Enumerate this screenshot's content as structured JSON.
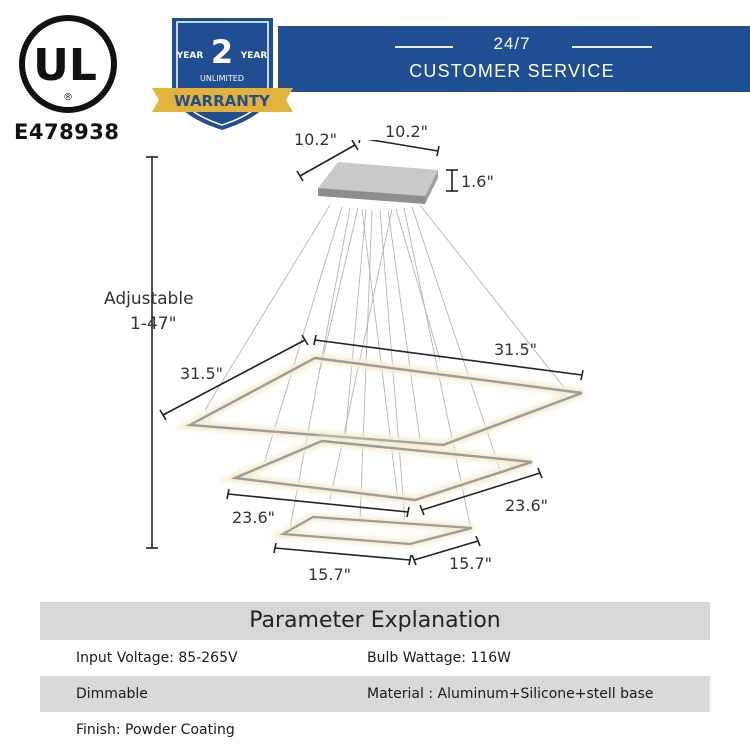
{
  "certification": {
    "mark": "UL",
    "registered": "®",
    "number": "E478938"
  },
  "warranty": {
    "year_left": "YEAR",
    "count": "2",
    "year_right": "YEAR",
    "unlimited": "UNLIMITED",
    "ribbon": "WARRANTY"
  },
  "service": {
    "line1": "24/7",
    "line2": "CUSTOMER SERVICE",
    "banner_color": "#1f4e92"
  },
  "dimensions": {
    "canopy_width_left": "10.2\"",
    "canopy_width_right": "10.2\"",
    "canopy_height": "1.6\"",
    "adjustable_label": "Adjustable",
    "adjustable_range": "1-47\"",
    "large_left": "31.5\"",
    "large_right": "31.5\"",
    "medium_left": "23.6\"",
    "medium_right": "23.6\"",
    "small_left": "15.7\"",
    "small_right": "15.7\""
  },
  "parameters": {
    "title": "Parameter Explanation",
    "rows": [
      {
        "left": "Input Voltage: 85-265V",
        "right": "Bulb Wattage: 116W"
      },
      {
        "left": "Dimmable",
        "right": "Material : Aluminum+Silicone+stell base"
      },
      {
        "left": "Finish: Powder Coating",
        "right": ""
      }
    ]
  }
}
